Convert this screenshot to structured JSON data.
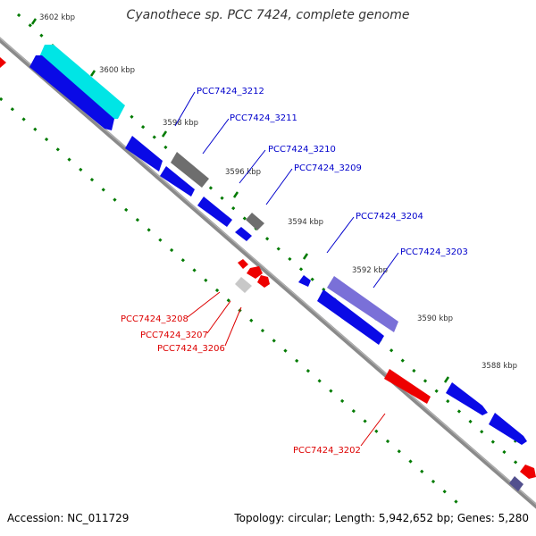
{
  "title": "Cyanothece sp. PCC 7424, complete genome",
  "footer": {
    "accession": "Accession: NC_011729",
    "topology": "Topology: circular; Length: 5,942,652 bp; Genes: 5,280"
  },
  "ticks": [
    {
      "label": "3602 kbp"
    },
    {
      "label": "3600 kbp"
    },
    {
      "label": "3598 kbp"
    },
    {
      "label": "3596 kbp"
    },
    {
      "label": "3594 kbp"
    },
    {
      "label": "3592 kbp"
    },
    {
      "label": "3590 kbp"
    },
    {
      "label": "3588 kbp"
    }
  ],
  "gene_labels": [
    {
      "text": "PCC7424_3212",
      "color": "#0000cc"
    },
    {
      "text": "PCC7424_3211",
      "color": "#0000cc"
    },
    {
      "text": "PCC7424_3210",
      "color": "#0000cc"
    },
    {
      "text": "PCC7424_3209",
      "color": "#0000cc"
    },
    {
      "text": "PCC7424_3204",
      "color": "#0000cc"
    },
    {
      "text": "PCC7424_3203",
      "color": "#0000cc"
    },
    {
      "text": "PCC7424_3208",
      "color": "#dd0000"
    },
    {
      "text": "PCC7424_3207",
      "color": "#dd0000"
    },
    {
      "text": "PCC7424_3206",
      "color": "#dd0000"
    },
    {
      "text": "PCC7424_3202",
      "color": "#dd0000"
    }
  ],
  "colors": {
    "backbone": "#8c8c8c",
    "forward_gene": "#0a0ae6",
    "reverse_gene": "#ee0000",
    "cyan_feature": "#00e5e5",
    "gray_feature": "#6e6e6e",
    "light_gray_feature": "#c8c8c8",
    "purple_feature": "#7a70d8",
    "tick_marks": "#007a00"
  }
}
